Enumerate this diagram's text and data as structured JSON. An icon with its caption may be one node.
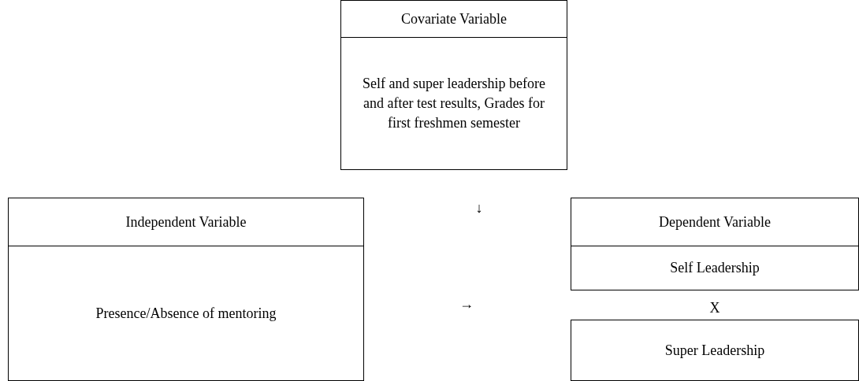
{
  "diagram": {
    "nodes": [
      {
        "text": [
          "Covariate Variable",
          "Self and super leadership before and after test results, Grades for first freshmen semester"
        ]
      },
      {
        "text": [
          "Independent Variable",
          "Presence/Absence of mentoring"
        ]
      },
      {
        "text": [
          "Dependent Variable",
          "Self Leadership"
        ]
      },
      {
        "text": [
          "Super Leadership"
        ]
      }
    ],
    "labels": [
      "↓",
      "→",
      "X"
    ]
  }
}
